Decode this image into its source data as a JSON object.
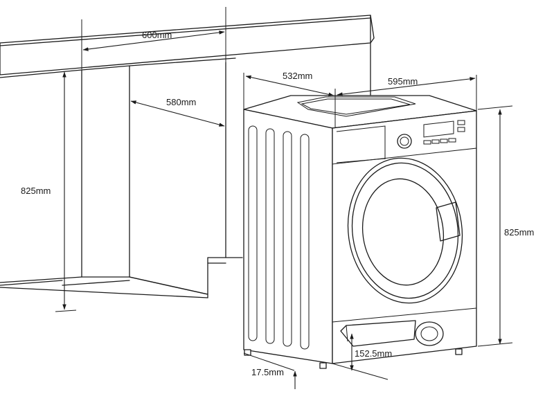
{
  "dimensions": {
    "niche_width": "600mm",
    "niche_depth": "580mm",
    "niche_height": "825mm",
    "machine_depth": "532mm",
    "machine_width": "595mm",
    "machine_height": "825mm",
    "foot_height": "152.5mm",
    "foot_clearance": "17.5mm"
  },
  "icons": [
    "washing-machine",
    "cabinet-niche"
  ]
}
